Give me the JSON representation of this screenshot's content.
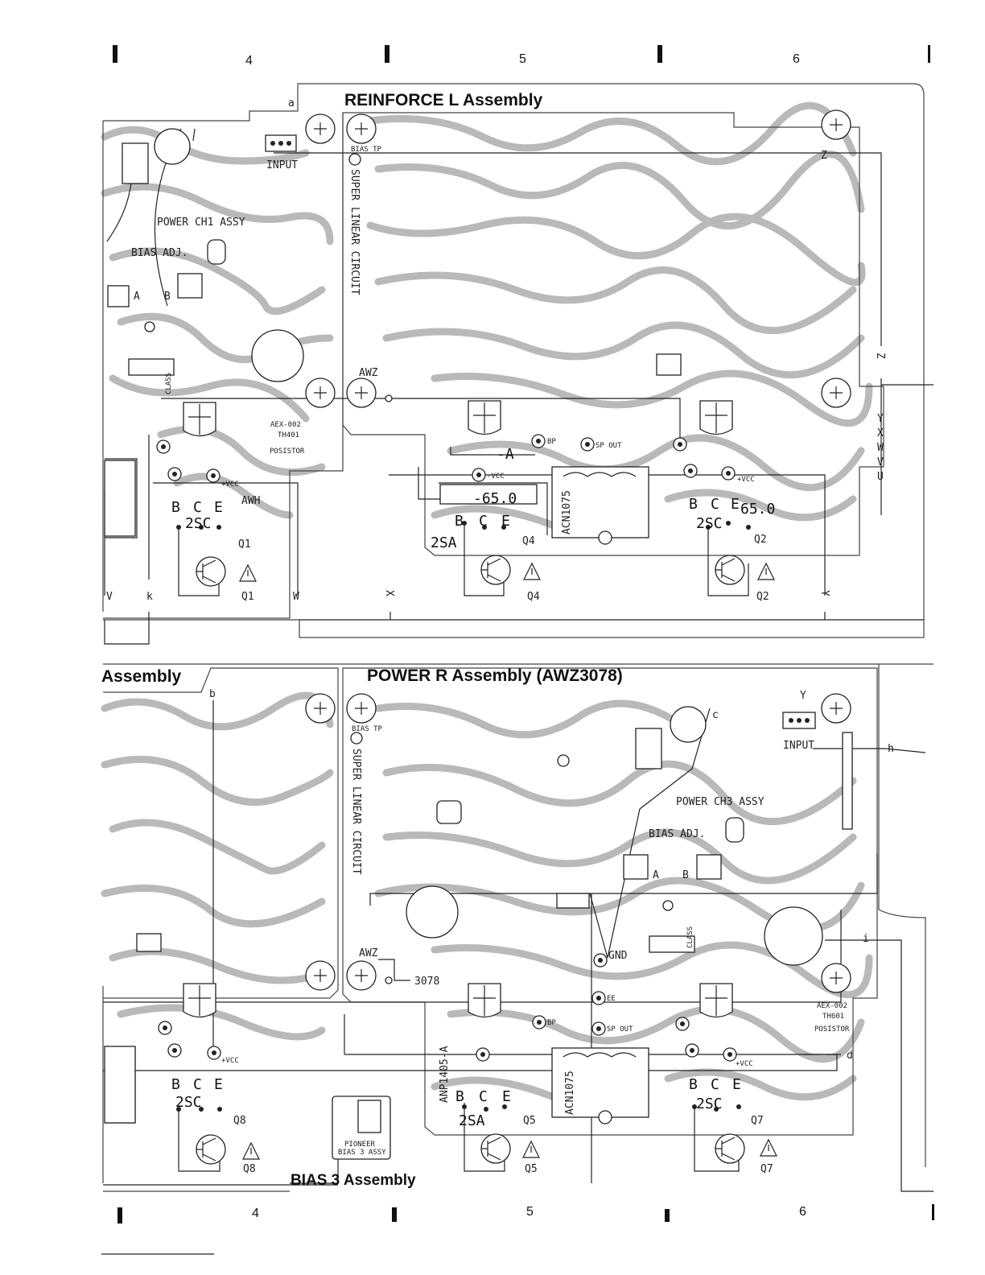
{
  "grid": {
    "columns_top": [
      "4",
      "5",
      "6"
    ],
    "columns_bottom": [
      "4",
      "5",
      "6"
    ]
  },
  "top_panel": {
    "title": "REINFORCE L Assembly",
    "input_label": "INPUT",
    "power_label": "POWER CH1 ASSY",
    "bias_adj": "BIAS ADJ.",
    "bias_tp": "BIAS TP",
    "super_linear": "SUPER LINEAR CIRCUIT",
    "awz": "AWZ",
    "awh": "AWH",
    "aex": "AEX-002",
    "th": "TH401",
    "posistor": "POSISTOR",
    "minus_a": "-A",
    "voltage_left": "-65.0",
    "voltage_right": "65.0",
    "acn": "ACN1075",
    "sp_out": "SP OUT",
    "vcc_plus": "+VCC",
    "vcc_minus": "-VCC",
    "bp": "BP",
    "class": "CLASS",
    "bce": [
      "B",
      "C",
      "E"
    ],
    "part_2sc": "2SC",
    "part_2sa": "2SA",
    "transistors": [
      "Q1",
      "Q4",
      "Q2"
    ],
    "connectors_bottom": [
      "V",
      "k",
      "W",
      "X",
      "Y"
    ],
    "connectors_right": [
      "Z",
      "Y",
      "X",
      "W",
      "V",
      "U"
    ],
    "conn_z_top": "Z",
    "conn_a": "a",
    "ab": [
      "A",
      "B"
    ]
  },
  "bottom_panel": {
    "title_left": "Assembly",
    "title": "POWER R Assembly (AWZ3078)",
    "input_label": "INPUT",
    "power_label": "POWER CH3 ASSY",
    "bias_adj": "BIAS ADJ.",
    "bias_tp": "BIAS TP",
    "super_linear": "SUPER LINEAR CIRCUIT",
    "awz": "AWZ",
    "awz_num": "3078",
    "gnd": "GND",
    "anp": "ANP1405-A",
    "acn": "ACN1075",
    "aex": "AEX-002",
    "th": "TH601",
    "posistor": "POSISTOR",
    "pioneer": "PIONEER",
    "bias3_assy": "BIAS 3 ASSY",
    "bias3_title": "BIAS 3 Assembly",
    "sp_out": "SP OUT",
    "vcc_plus": "+VCC",
    "bp": "BP",
    "ee": "EE",
    "class": "CLASS",
    "bce": [
      "B",
      "C",
      "E"
    ],
    "part_2sc": "2SC",
    "part_2sa": "2SA",
    "transistors": [
      "Q8",
      "Q5",
      "Q7"
    ],
    "connectors_right": [
      "h",
      "i",
      "d"
    ],
    "conn_b": "b",
    "conn_c": "c",
    "conn_y": "Y",
    "ab": [
      "A",
      "B"
    ]
  },
  "colors": {
    "ink": "#111111",
    "trace": "#b9b9b9",
    "paper": "#ffffff"
  }
}
